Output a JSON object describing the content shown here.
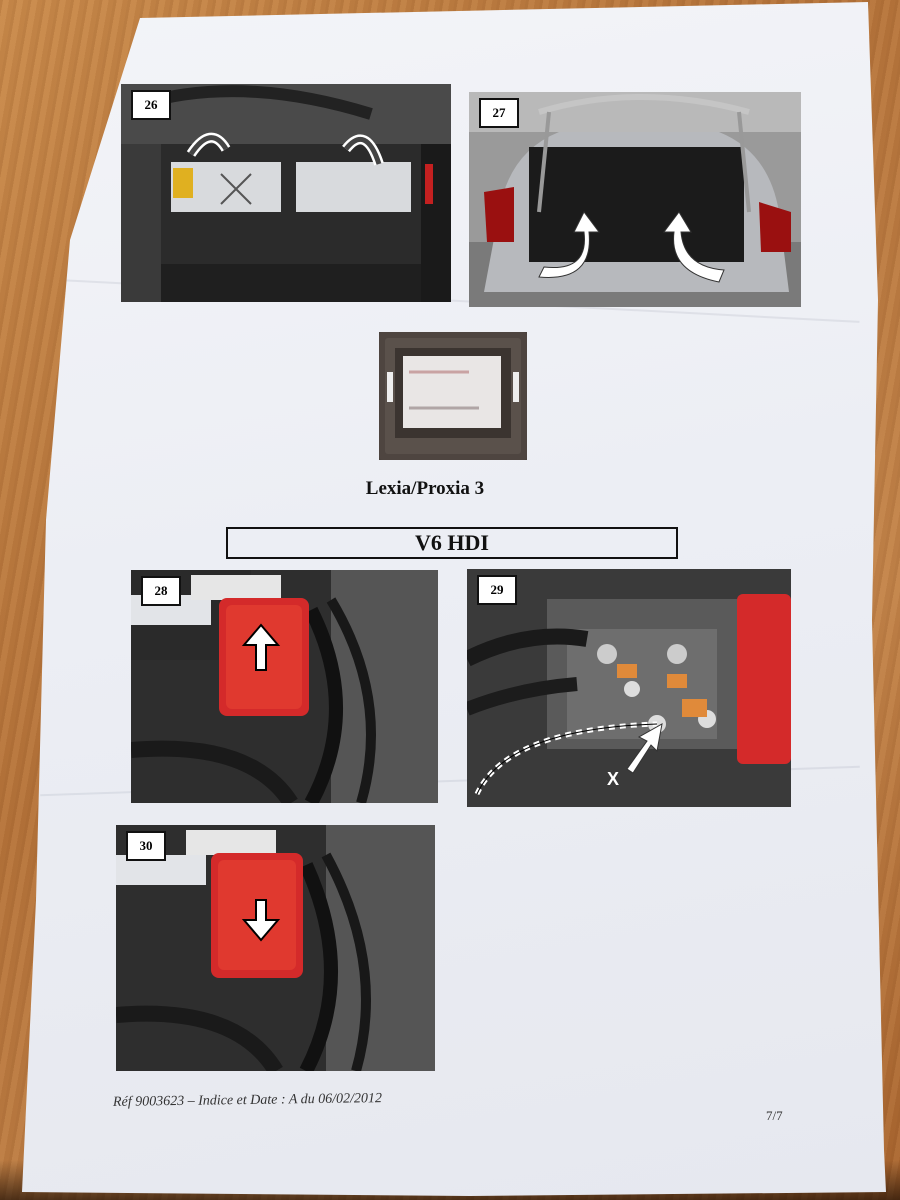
{
  "document": {
    "images": [
      {
        "number": "26"
      },
      {
        "number": "27"
      },
      {
        "number": "28"
      },
      {
        "number": "29"
      },
      {
        "number": "30"
      }
    ],
    "tool_caption": "Lexia/Proxia 3",
    "section_title": "V6 HDI",
    "photo_29_marker": "X",
    "footer_reference": "Réf 9003623 – Indice et Date : A du 06/02/2012",
    "page_number": "7/7"
  },
  "colors": {
    "paper": "#eceef4",
    "table_wood": "#b97a40",
    "battery_cover_red": "#d42a2a",
    "ink": "#111111"
  }
}
